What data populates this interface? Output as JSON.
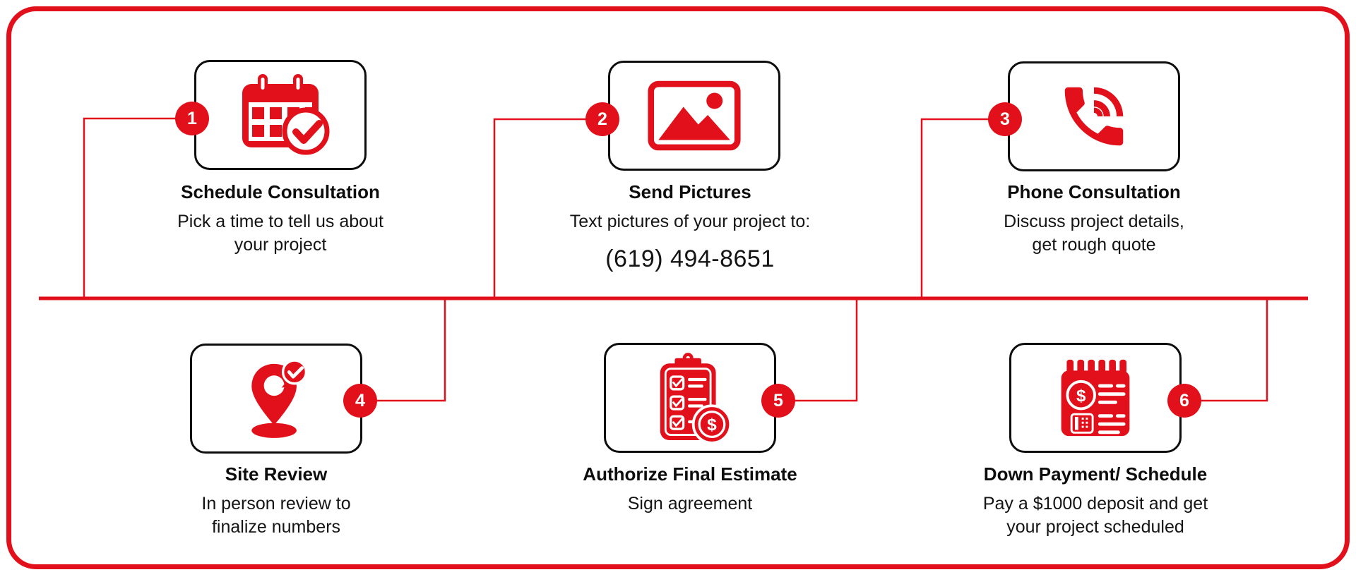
{
  "palette": {
    "red": "#E2101A",
    "ink": "#0D0D0D",
    "text": "#141414",
    "bg": "#FFFFFF"
  },
  "steps": [
    {
      "number": "1",
      "title": "Schedule Consultation",
      "lines": [
        "Pick a time to tell us about",
        "your project"
      ],
      "icon": "calendar-check-icon"
    },
    {
      "number": "2",
      "title": "Send Pictures",
      "lines": [
        "Text pictures of your project to:"
      ],
      "phone": "(619) 494-8651",
      "icon": "picture-icon"
    },
    {
      "number": "3",
      "title": "Phone Consultation",
      "lines": [
        "Discuss project details,",
        "get rough quote"
      ],
      "icon": "phone-ringing-icon"
    },
    {
      "number": "4",
      "title": "Site Review",
      "lines": [
        "In person review to",
        "finalize numbers"
      ],
      "icon": "location-pin-check-icon"
    },
    {
      "number": "5",
      "title": "Authorize Final Estimate",
      "lines": [
        "Sign agreement"
      ],
      "icon": "clipboard-checklist-dollar-icon"
    },
    {
      "number": "6",
      "title": "Down Payment/ Schedule",
      "lines": [
        "Pay a $1000 deposit and get",
        "your project scheduled"
      ],
      "icon": "billing-calendar-icon"
    }
  ]
}
